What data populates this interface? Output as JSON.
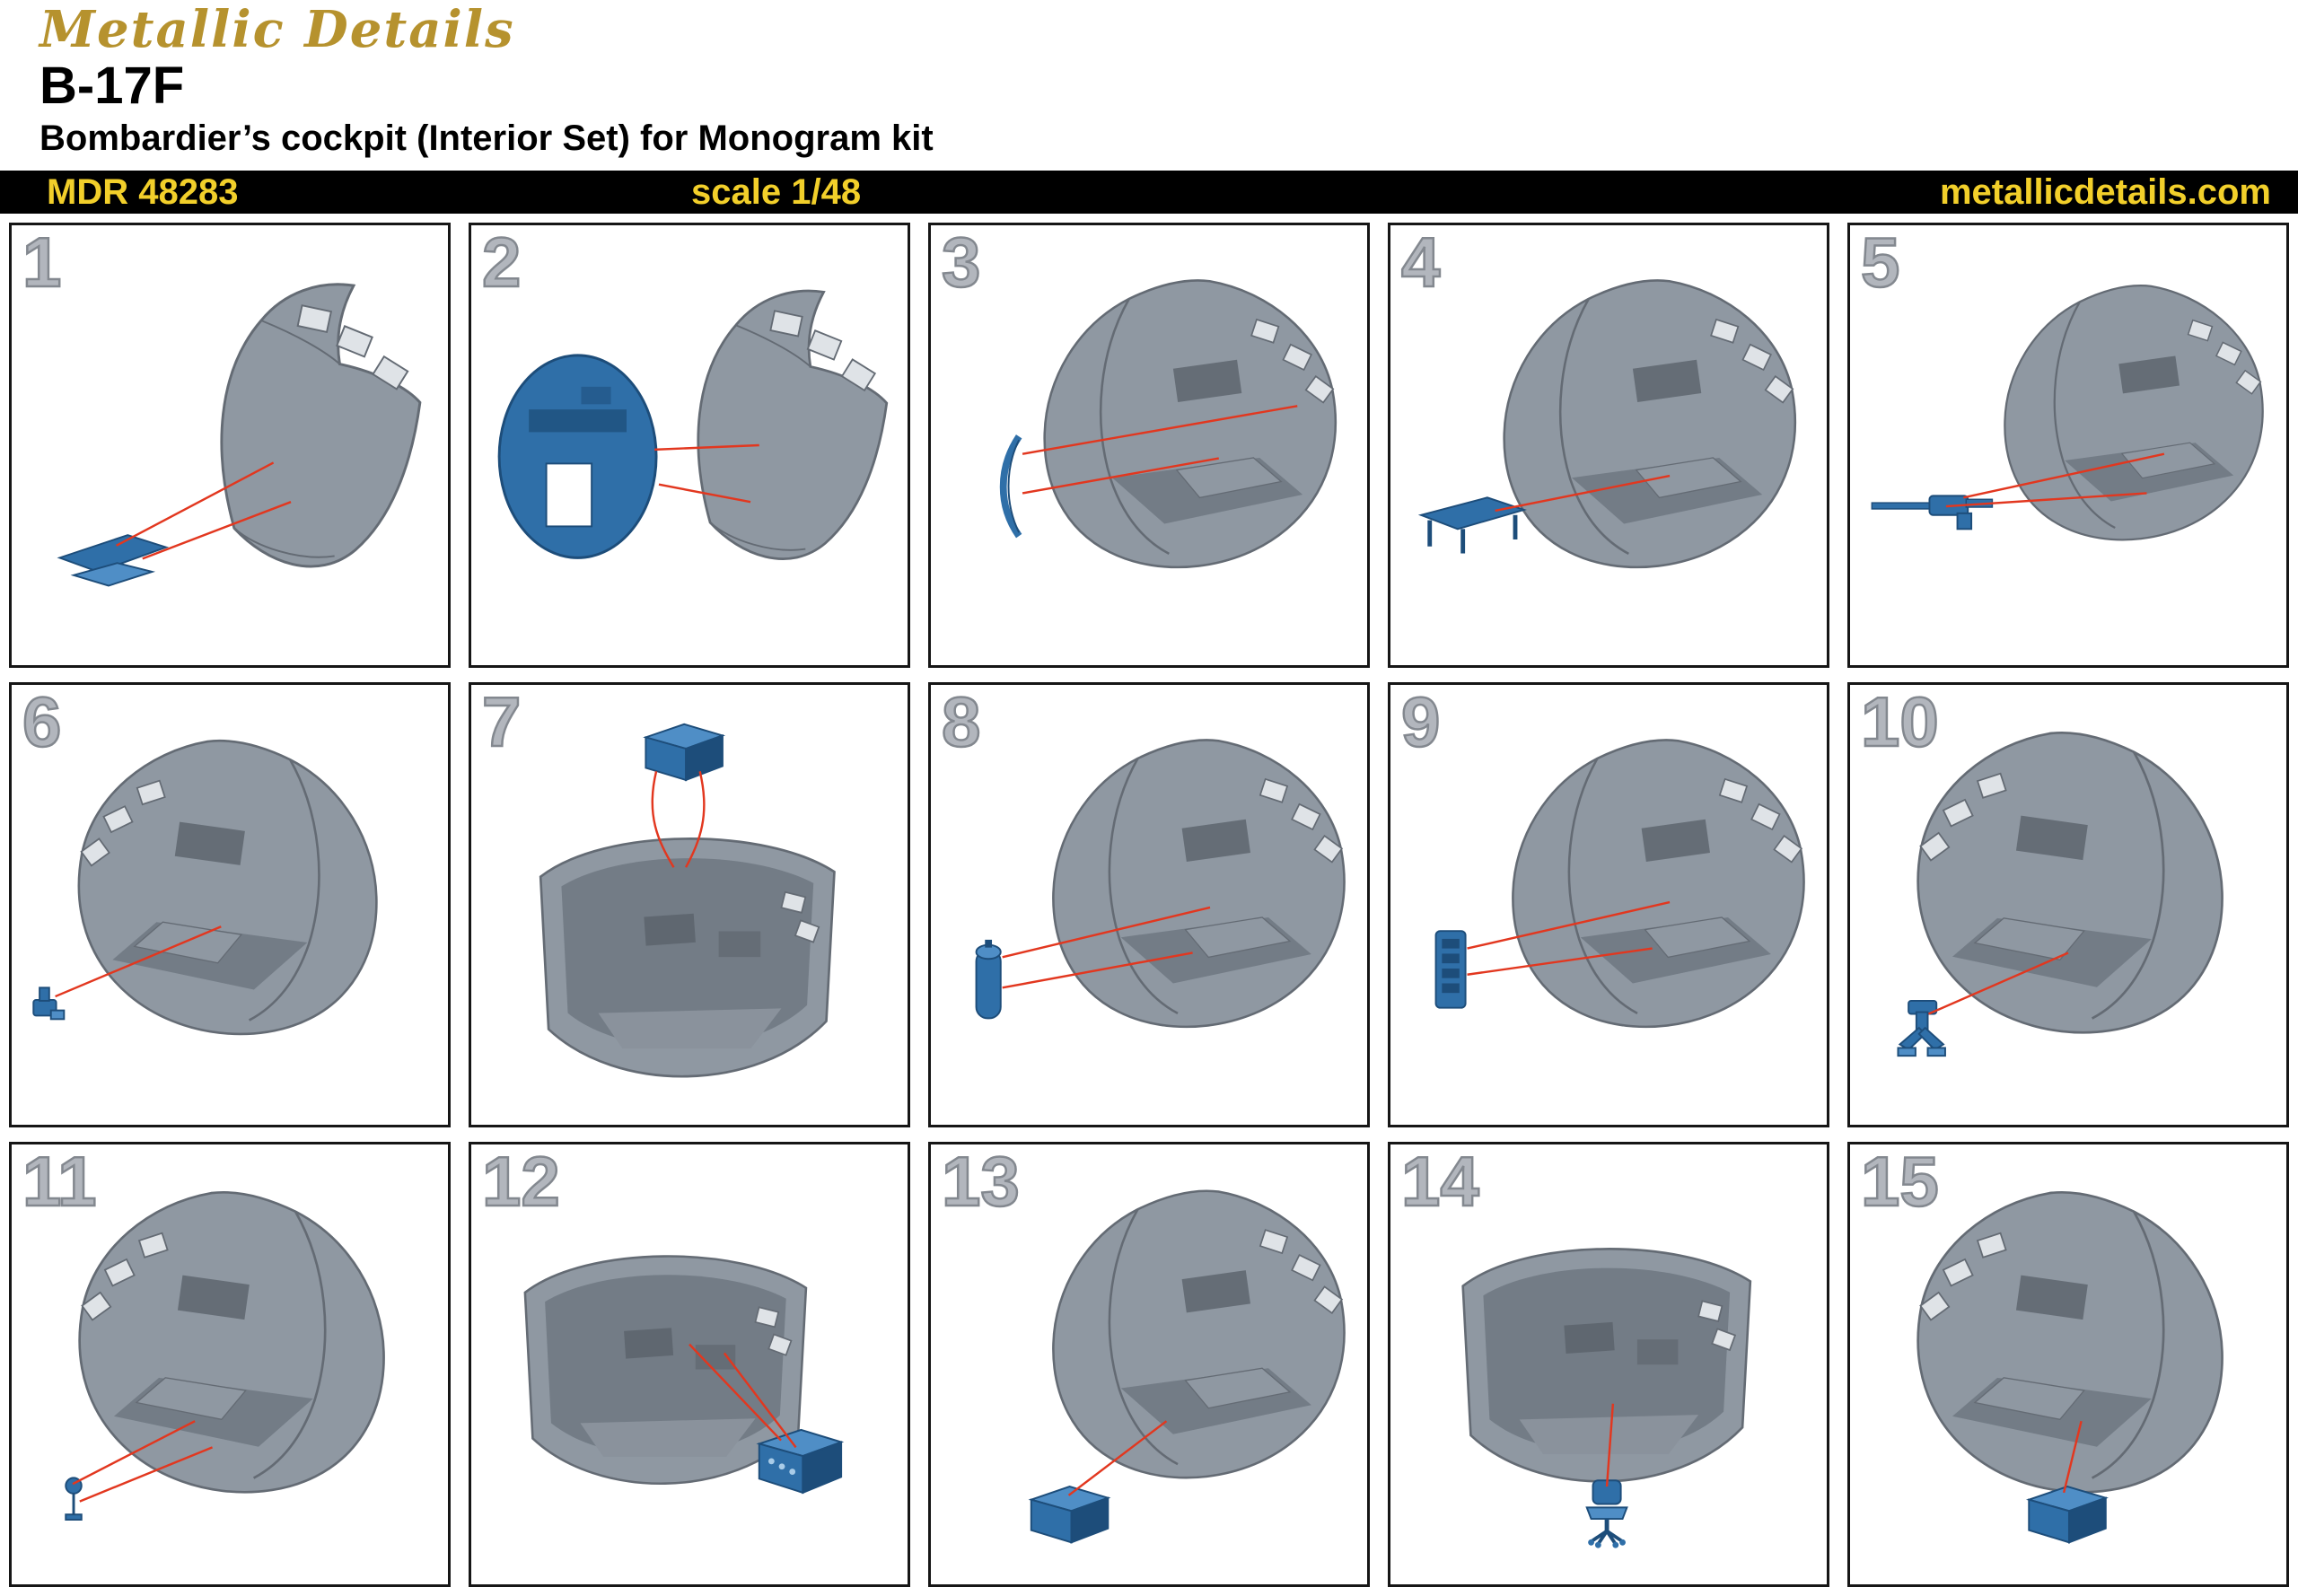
{
  "header": {
    "logo": "Metallic Details",
    "title": "B-17F",
    "subtitle": "Bombardier’s cockpit (Interior Set) for Monogram kit"
  },
  "infobar": {
    "product_code": "MDR 48283",
    "scale": "scale 1/48",
    "website": "metallicdetails.com"
  },
  "colors": {
    "brand_gold": "#b6922e",
    "bar_background": "#000000",
    "bar_text": "#f2cf2a",
    "part_blue": "#2f6fa8",
    "hull_gray": "#8f98a2",
    "callout_red": "#e2371f"
  },
  "steps": [
    {
      "number": "1"
    },
    {
      "number": "2"
    },
    {
      "number": "3"
    },
    {
      "number": "4"
    },
    {
      "number": "5"
    },
    {
      "number": "6"
    },
    {
      "number": "7"
    },
    {
      "number": "8"
    },
    {
      "number": "9"
    },
    {
      "number": "10"
    },
    {
      "number": "11"
    },
    {
      "number": "12"
    },
    {
      "number": "13"
    },
    {
      "number": "14"
    },
    {
      "number": "15"
    }
  ]
}
